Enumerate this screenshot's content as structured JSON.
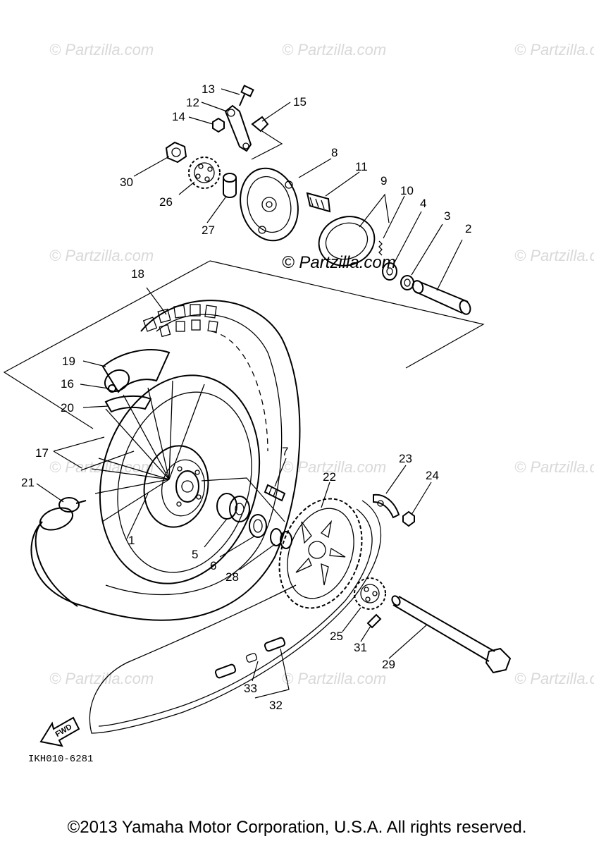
{
  "watermark": {
    "text": "© Partzilla.com"
  },
  "diagram_code": "IKH010-6281",
  "fwd_label": "FWD",
  "copyright": "©2013 Yamaha Motor Corporation, U.S.A. All rights reserved.",
  "callouts": [
    "1",
    "2",
    "3",
    "4",
    "5",
    "6",
    "7",
    "8",
    "9",
    "10",
    "11",
    "12",
    "13",
    "14",
    "15",
    "16",
    "17",
    "18",
    "19",
    "20",
    "21",
    "22",
    "23",
    "24",
    "25",
    "26",
    "27",
    "28",
    "29",
    "30",
    "31",
    "32",
    "33"
  ]
}
